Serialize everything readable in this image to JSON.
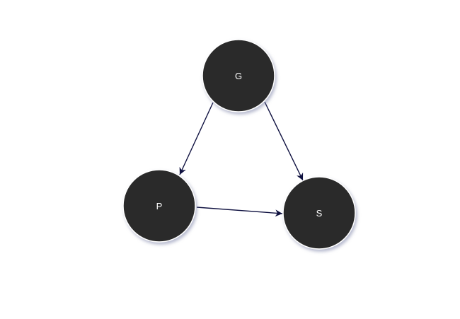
{
  "diagram": {
    "node_fill": "#2b2b2b",
    "node_stroke": "#ffffff",
    "edge_color": "#0f1140",
    "nodes": [
      {
        "id": "G",
        "label": "G"
      },
      {
        "id": "P",
        "label": "P"
      },
      {
        "id": "S",
        "label": "S"
      }
    ],
    "edges": [
      {
        "from": "G",
        "to": "P"
      },
      {
        "from": "G",
        "to": "S"
      },
      {
        "from": "P",
        "to": "S"
      }
    ]
  }
}
